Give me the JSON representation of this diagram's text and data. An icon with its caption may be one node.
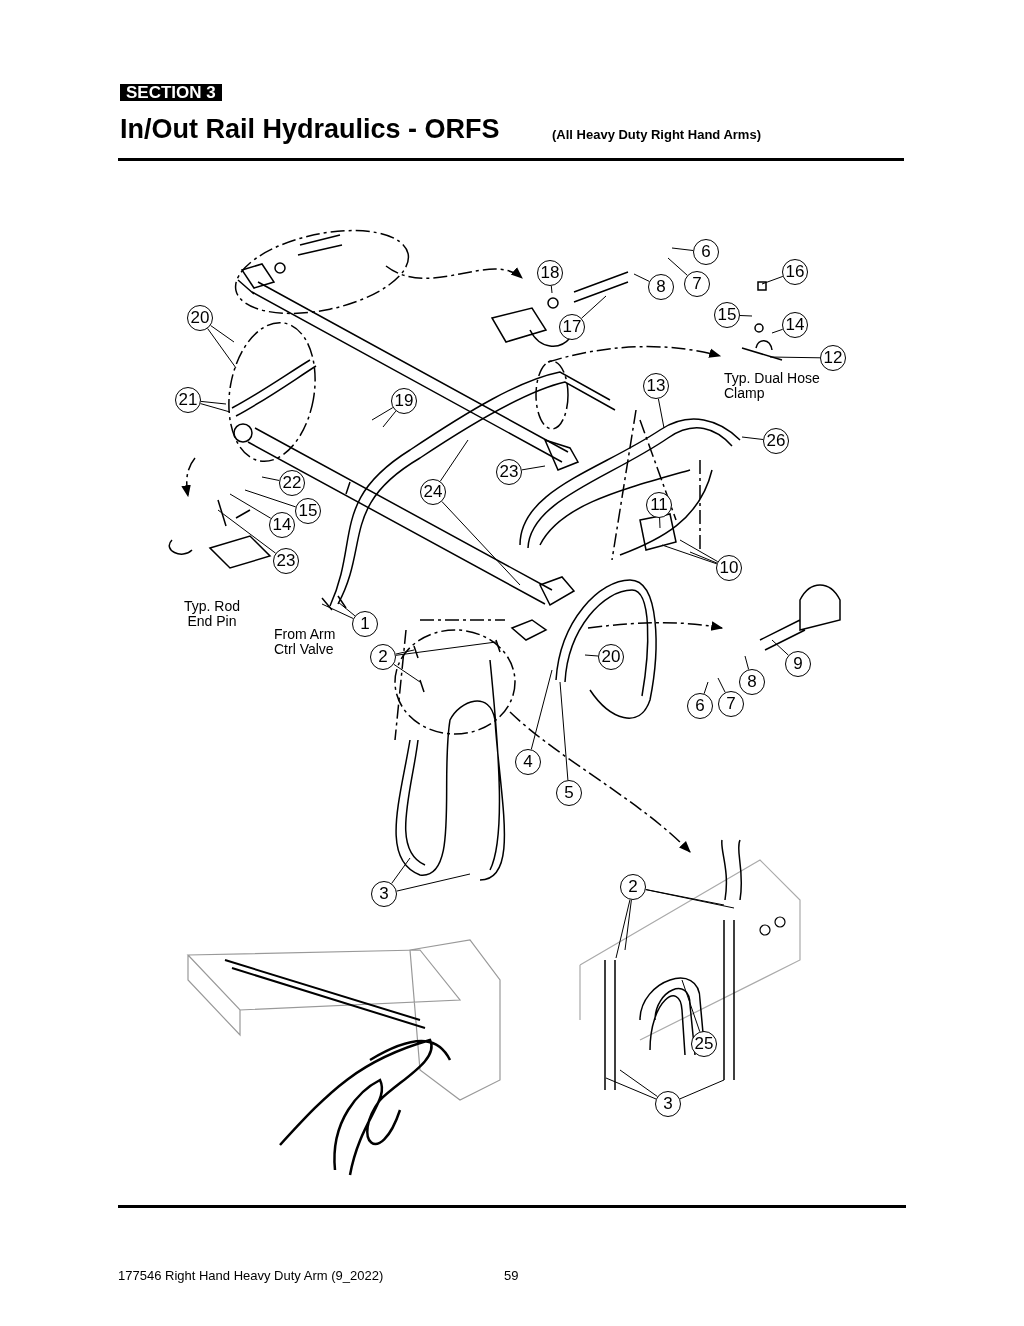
{
  "diagram": {
    "title": "In/Out Rail Hydraulics - ORFS",
    "nodes": [
      {
        "text": [
          "6"
        ]
      },
      {
        "text": [
          "18"
        ]
      },
      {
        "text": [
          "16"
        ]
      },
      {
        "text": [
          "8"
        ]
      },
      {
        "text": [
          "7"
        ]
      },
      {
        "text": [
          "20"
        ]
      },
      {
        "text": [
          "15"
        ]
      },
      {
        "text": [
          "14"
        ]
      },
      {
        "text": [
          "17"
        ]
      },
      {
        "text": [
          "12"
        ]
      },
      {
        "text": [
          "13"
        ]
      },
      {
        "text": [
          "21"
        ]
      },
      {
        "text": [
          "19"
        ]
      },
      {
        "text": [
          "26"
        ]
      },
      {
        "text": [
          "23"
        ]
      },
      {
        "text": [
          "22"
        ]
      },
      {
        "text": [
          "24"
        ]
      },
      {
        "text": [
          "11"
        ]
      },
      {
        "text": [
          "15"
        ]
      },
      {
        "text": [
          "14"
        ]
      },
      {
        "text": [
          "23"
        ]
      },
      {
        "text": [
          "10"
        ]
      },
      {
        "text": [
          "1"
        ]
      },
      {
        "text": [
          "2"
        ]
      },
      {
        "text": [
          "20"
        ]
      },
      {
        "text": [
          "9"
        ]
      },
      {
        "text": [
          "8"
        ]
      },
      {
        "text": [
          "6"
        ]
      },
      {
        "text": [
          "7"
        ]
      },
      {
        "text": [
          "4"
        ]
      },
      {
        "text": [
          "5"
        ]
      },
      {
        "text": [
          "3"
        ]
      },
      {
        "text": [
          "2"
        ]
      },
      {
        "text": [
          "25"
        ]
      },
      {
        "text": [
          "3"
        ]
      }
    ],
    "edges": [
      {
        "from": 0,
        "to": null,
        "arrow": "none"
      },
      {
        "from": 1,
        "to": null,
        "arrow": "none"
      },
      {
        "from": 2,
        "to": null,
        "arrow": "none"
      },
      {
        "from": 3,
        "to": null,
        "arrow": "none"
      },
      {
        "from": 4,
        "to": null,
        "arrow": "none"
      },
      {
        "from": 5,
        "to": null,
        "arrow": "none"
      },
      {
        "from": 5,
        "to": null,
        "arrow": "none"
      },
      {
        "from": 6,
        "to": null,
        "arrow": "none"
      },
      {
        "from": 7,
        "to": null,
        "arrow": "none"
      },
      {
        "from": 8,
        "to": null,
        "arrow": "none"
      },
      {
        "from": 9,
        "to": null,
        "arrow": "none"
      },
      {
        "from": 10,
        "to": null,
        "arrow": "none"
      },
      {
        "from": 11,
        "to": null,
        "arrow": "none"
      },
      {
        "from": 11,
        "to": null,
        "arrow": "none"
      },
      {
        "from": 12,
        "to": null,
        "arrow": "none"
      },
      {
        "from": 12,
        "to": null,
        "arrow": "none"
      },
      {
        "from": 13,
        "to": null,
        "arrow": "none"
      },
      {
        "from": 14,
        "to": null,
        "arrow": "none"
      },
      {
        "from": 15,
        "to": null,
        "arrow": "none"
      },
      {
        "from": 16,
        "to": null,
        "arrow": "none"
      },
      {
        "from": 16,
        "to": null,
        "arrow": "none"
      },
      {
        "from": 17,
        "to": null,
        "arrow": "none"
      },
      {
        "from": 18,
        "to": null,
        "arrow": "none"
      },
      {
        "from": 19,
        "to": null,
        "arrow": "none"
      },
      {
        "from": 20,
        "to": null,
        "arrow": "none"
      },
      {
        "from": 21,
        "to": null,
        "arrow": "none"
      },
      {
        "from": 21,
        "to": null,
        "arrow": "none"
      },
      {
        "from": 21,
        "to": null,
        "arrow": "none"
      },
      {
        "from": 22,
        "to": null,
        "arrow": "none"
      },
      {
        "from": 22,
        "to": null,
        "arrow": "none"
      },
      {
        "from": 23,
        "to": null,
        "arrow": "none"
      },
      {
        "from": 23,
        "to": null,
        "arrow": "none"
      },
      {
        "from": 23,
        "to": null,
        "arrow": "none"
      },
      {
        "from": 24,
        "to": null,
        "arrow": "none"
      },
      {
        "from": 25,
        "to": null,
        "arrow": "none"
      },
      {
        "from": 26,
        "to": null,
        "arrow": "none"
      },
      {
        "from": 27,
        "to": null,
        "arrow": "none"
      },
      {
        "from": 28,
        "to": null,
        "arrow": "none"
      },
      {
        "from": 29,
        "to": null,
        "arrow": "none"
      },
      {
        "from": 30,
        "to": null,
        "arrow": "none"
      },
      {
        "from": 31,
        "to": null,
        "arrow": "none"
      },
      {
        "from": 31,
        "to": null,
        "arrow": "none"
      },
      {
        "from": 32,
        "to": null,
        "arrow": "none"
      },
      {
        "from": 32,
        "to": null,
        "arrow": "none"
      },
      {
        "from": 32,
        "to": null,
        "arrow": "none"
      },
      {
        "from": 32,
        "to": null,
        "arrow": "none"
      },
      {
        "from": 33,
        "to": null,
        "arrow": "none"
      },
      {
        "from": 34,
        "to": null,
        "arrow": "none"
      },
      {
        "from": 34,
        "to": null,
        "arrow": "none"
      },
      {
        "from": 34,
        "to": null,
        "arrow": "none"
      }
    ],
    "labels": [
      "SECTION 3",
      "(All Heavy Duty Right Hand Arms)",
      "Typ. Dual Hose Clamp",
      "Typ. Rod End Pin",
      "From Arm Ctrl Valve",
      "177546 Right Hand Heavy Duty Arm (9_2022)",
      "59"
    ]
  }
}
